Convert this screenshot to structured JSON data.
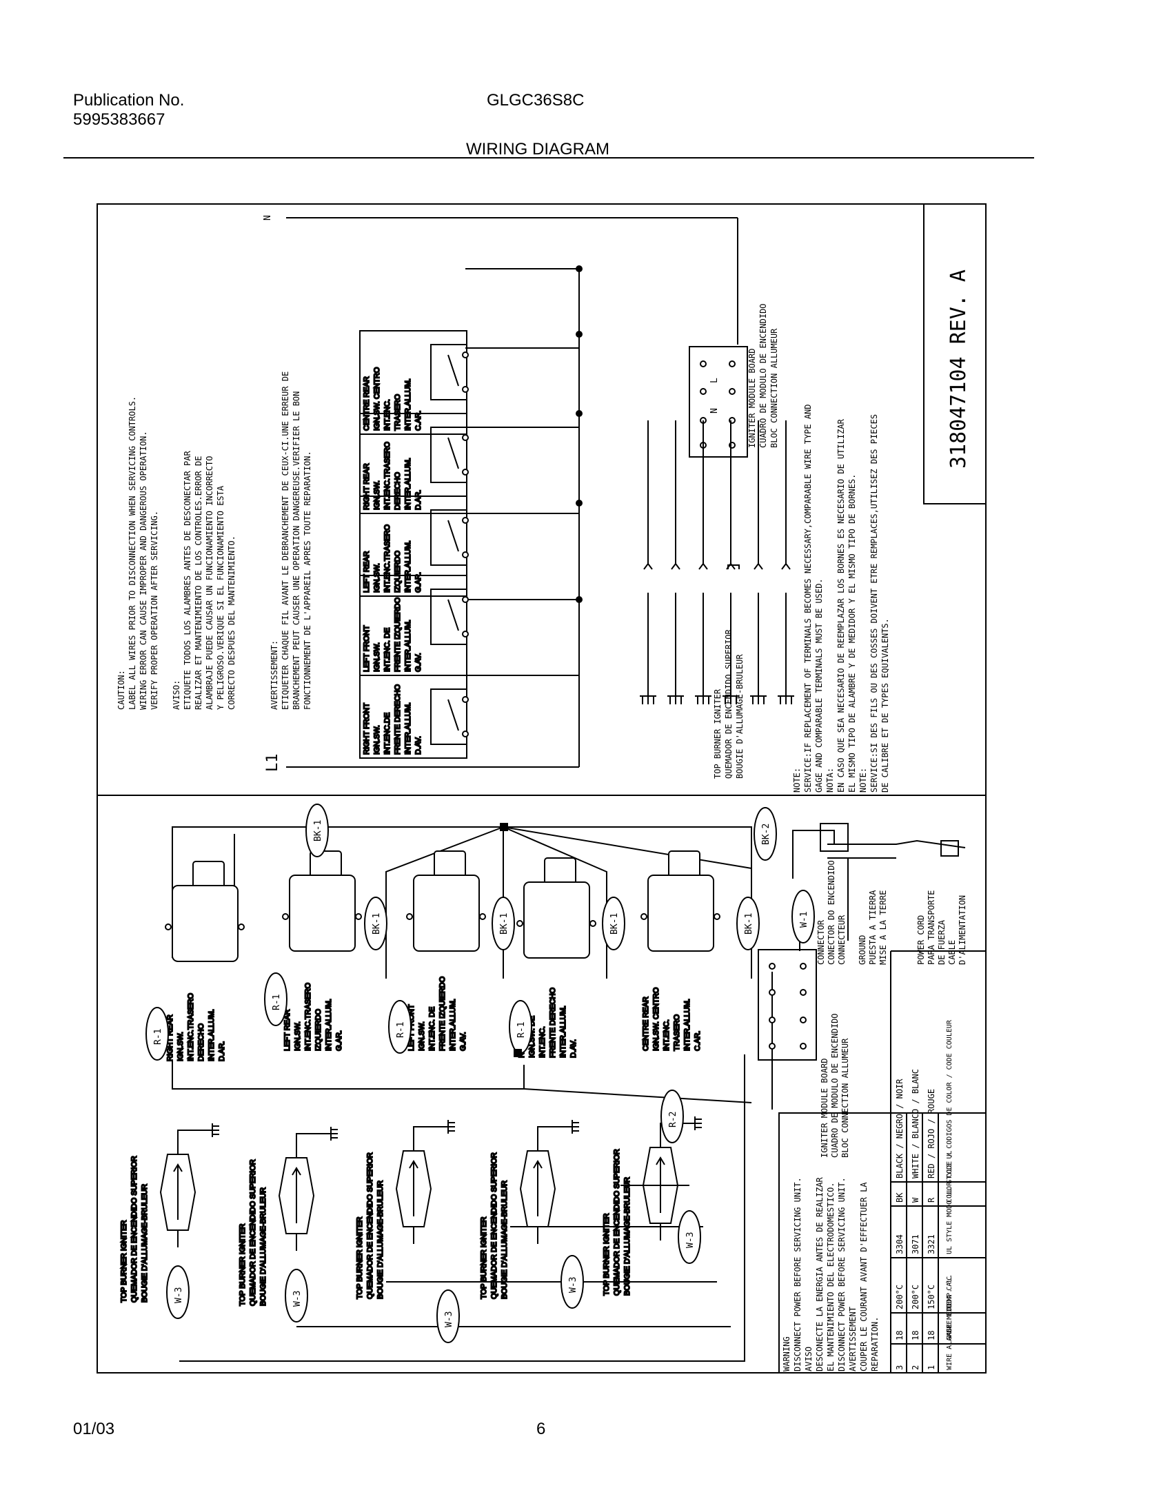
{
  "header": {
    "publication_label": "Publication No.",
    "publication_number": "5995383667",
    "model": "GLGC36S8C",
    "title": "WIRING DIAGRAM"
  },
  "footer": {
    "date": "01/03",
    "page": "6"
  },
  "top": {
    "part_number": "318047104 REV. A",
    "terminal_n": "N",
    "terminal_l1": "L1",
    "caution": [
      "CAUTION:",
      "LABEL ALL WIRES PRIOR TO DISCONNECTION WHEN SERVICING CONTROLS.",
      "WIRING ERROR CAN CAUSE IMPROPER AND DANGEROUS OPERATION.",
      "VERIFY PROPER OPERATION AFTER SERVICING."
    ],
    "aviso": [
      "AVISO:",
      "ETIQUETE TODOS LOS ALAMBRES ANTES DE DESCONECTAR PAR",
      "REALIZAR ET MANTENIMIENTO DE LOS CONTROLES.ERROR DE",
      "ALAMBRAJE PUEDE CAUSAR UN FUNCIONAMIENTO INCORRECTO",
      "Y PELIGROSO.VERIQUE SI EL FUNCIONAMIENTO ESTA",
      "CORRECTO DESPUES DEL MANTENIMIENTO."
    ],
    "avertissement": [
      "AVERTISSEMENT:",
      "ETIQUETER CHAQUE FIL AVANT LE DEBRANCHEMENT DE CEUX-CI.UNE ERREUR DE",
      "BRANCHEMENT PEUT CAUSER UNE OPERATION DANGEREUSE.VERIFIER LE BON",
      "FONCTIONNEMENT DE L'APPAREIL APRES TOUTE REPARATION."
    ],
    "switches": [
      [
        "RIGHT FRONT",
        "IGN.SW.",
        "INT.ENC.DE",
        "FRENTE DERECHO",
        "INTER.ALLUM.",
        "D.AV."
      ],
      [
        "LEFT FRONT",
        "IGN.SW.",
        "INT.ENC. DE",
        "FRENTE IZQUIERDO",
        "INTER.ALLUM.",
        "G.AV."
      ],
      [
        "LEFT REAR",
        "IGN.SW.",
        "INT.ENC.TRASERO",
        "IZQUIERDO",
        "INTER.ALLUM.",
        "G.AR."
      ],
      [
        "RIGHT REAR",
        "IGN.SW.",
        "INT.ENC.TRASERO",
        "DERECHO",
        "INTER.ALLUM.",
        "D.AR."
      ],
      [
        "CENTRE REAR",
        "IGN.SW.  CENTRO",
        "INT.ENC.",
        "TRASERO",
        "INTER.ALLUM.",
        "C.AR."
      ]
    ],
    "igniter_board": [
      "IGNITER MODULE BOARD",
      "CUADRO DE MODULO DE ENCENDIDO",
      "BLOC CONNECTION ALLUMEUR"
    ],
    "top_burner": [
      "TOP BURNER IGNITER",
      "QUEMADOR DE ENCENDIDO SUPERIOR",
      "BOUGIE D'ALLUMAGE-BRULEUR"
    ],
    "note": [
      "NOTE:",
      "SERVICE:IF REPLACEMENT OF TERMINALS BECOMES NECESSARY,COMPARABLE WIRE TYPE AND",
      "GAGE AND COMPARABLE TERMINALS MUST BE USED.",
      "NOTA:",
      "EN CASO QUE SEA NECESARIO DE REEMPLAZAR LOS BORNES ES NECESARIO DE UTILIZAR",
      "EL MISMO TIPO DE ALAMBRE Y DE MEDIDOR Y EL MISMO TIPO DE BORNES.",
      "NOTE:",
      "SERVICE:SI DES FILS OU DES COSSES DOIVENT ETRE REMPLACES,UTILISEZ DES PIECES",
      "DE CALIBRE ET DE TYPES EQUIVALENTS."
    ],
    "board_terms": [
      "L",
      "N"
    ]
  },
  "bottom": {
    "switches": [
      [
        "RIGHT REAR",
        "IGN.SW.",
        "INT.ENC.TRASERO",
        "DERECHO",
        "INTER.ALLUM.",
        "D.AR."
      ],
      [
        "LEFT REAR",
        "IGN.SW.",
        "INT.ENC.TRASERO",
        "IZQUIERDO",
        "INTER.ALLUM.",
        "G.AR."
      ],
      [
        "LEFT FRONT",
        "IGN.SW.",
        "INT.ENC. DE",
        "FRENTE IZQUIERDO",
        "INTER.ALLUM.",
        "G.AV."
      ],
      [
        "RIGHT FRONT",
        "IGN.SW. DE",
        "INT.ENC.",
        "FRENTE DERECHO",
        "INTER.ALLUM.",
        "D.AV."
      ],
      [
        "CENTRE REAR",
        "IGN.SW. CENTRO",
        "INT.ENC.",
        "TRASERO",
        "INTER.ALLUM.",
        "C.AR."
      ]
    ],
    "wire_labels": [
      "R-1",
      "R-1",
      "R-1",
      "R-1",
      "R-2",
      "BK-1",
      "BK-1",
      "BK-1",
      "BK-1",
      "BK-1",
      "BK-2",
      "W-1",
      "W-3",
      "W-3",
      "W-3",
      "W-3",
      "W-3"
    ],
    "igniter_board": [
      "IGNITER MODULE BOARD",
      "CUADRO DE MODULO DE ENCENDIDO",
      "BLOC CONNECTION ALLUMEUR"
    ],
    "connector": [
      "CONNECTOR",
      "CONECTOR DO ENCENDIDO",
      "CONNECTEUR"
    ],
    "ground": [
      "GROUND",
      "PUESTA A TIERRA",
      "MISE A LA TERRE"
    ],
    "power_cord": [
      "POWER CORD",
      "PARA TRANSPORTE",
      "DE FUERZA",
      "CABLE",
      "D'ALIMENTATION"
    ],
    "warning": [
      "WARNING",
      "DISCONNECT POWER BEFORE SERVICING UNIT.",
      "AVISO",
      "DESCONECTE LA ENERGIA ANTES DE REALIZAR",
      "EL MANTENIMIENTO DEL ELECTRODOMESTICO.",
      "DISCONNECT POWER BEFORE SERVICING UNIT.",
      "AVERTISSEMENT",
      "COUPER LE COURANT AVANT D'EFFECTUER LA",
      "REPARATION."
    ],
    "wire_table": {
      "rows": [
        [
          "3",
          "18",
          "200°C",
          "3304",
          "BK",
          "BLACK / NEGRO / NOIR"
        ],
        [
          "2",
          "18",
          "200°C",
          "3071",
          "W",
          "WHITE / BLANCO / BLANC"
        ],
        [
          "1",
          "18",
          "150°C",
          "3321",
          "R",
          "RED / ROJO / ROUGE"
        ]
      ],
      "header": [
        "WIRE ALAMBRE FIL",
        "GAGE MEDIDA CAL.",
        "TEMP. °C",
        "UL STYLE MODO UL STYLE UL",
        "COLOR CODE / CODIGOS DE COLOR / CODE COULEUR"
      ]
    }
  }
}
